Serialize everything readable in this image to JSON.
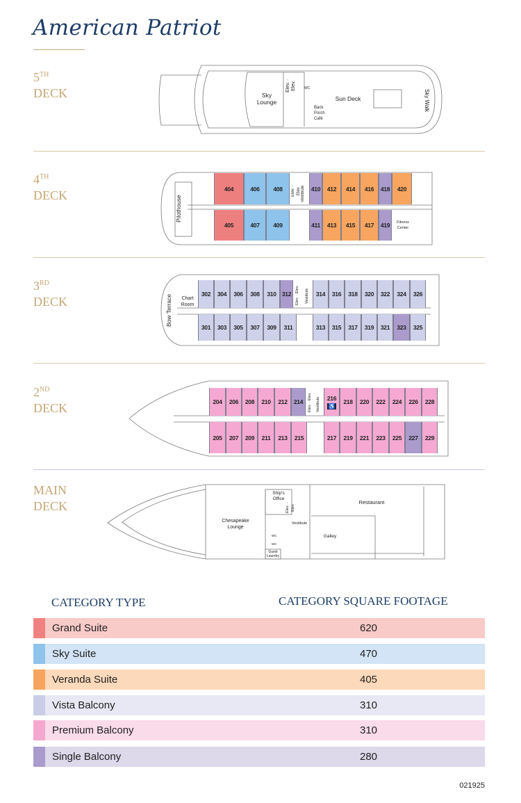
{
  "title": "American Patriot",
  "decks": {
    "fifth": {
      "num": "5",
      "sup": "TH",
      "word": "DECK",
      "rooms": {
        "sky_lounge": "Sky Lounge",
        "elev": "Elev. · Elev.",
        "wc": "WC",
        "sun_deck": "Sun Deck",
        "back_porch": "Back Porch Café",
        "sky_walk": "Sky Walk"
      }
    },
    "fourth": {
      "num": "4",
      "sup": "TH",
      "word": "DECK",
      "rooms": {
        "pilothouse": "Pilothouse",
        "elev": "Elev. · Elev.",
        "vestibule": "Vestibule",
        "fitness": "Fitness Center"
      },
      "top": [
        {
          "no": "404",
          "cat": "grand"
        },
        {
          "no": "406",
          "cat": "sky"
        },
        {
          "no": "408",
          "cat": "sky"
        },
        {
          "no": "410",
          "cat": "single"
        },
        {
          "no": "412",
          "cat": "veranda"
        },
        {
          "no": "414",
          "cat": "veranda"
        },
        {
          "no": "416",
          "cat": "veranda"
        },
        {
          "no": "418",
          "cat": "single"
        },
        {
          "no": "420",
          "cat": "veranda"
        }
      ],
      "bottom": [
        {
          "no": "405",
          "cat": "grand"
        },
        {
          "no": "407",
          "cat": "sky"
        },
        {
          "no": "409",
          "cat": "sky"
        },
        {
          "no": "411",
          "cat": "single"
        },
        {
          "no": "413",
          "cat": "veranda"
        },
        {
          "no": "415",
          "cat": "veranda"
        },
        {
          "no": "417",
          "cat": "veranda"
        },
        {
          "no": "419",
          "cat": "single"
        }
      ]
    },
    "third": {
      "num": "3",
      "sup": "RD",
      "word": "DECK",
      "rooms": {
        "bow_terrace": "Bow Terrace",
        "chart_room": "Chart Room",
        "elev": "Elev. · Elev.",
        "vestibule": "Vestibule"
      },
      "top": [
        {
          "no": "302",
          "cat": "vista"
        },
        {
          "no": "304",
          "cat": "vista"
        },
        {
          "no": "306",
          "cat": "vista"
        },
        {
          "no": "308",
          "cat": "vista"
        },
        {
          "no": "310",
          "cat": "vista"
        },
        {
          "no": "312",
          "cat": "single"
        },
        {
          "no": "314",
          "cat": "vista"
        },
        {
          "no": "316",
          "cat": "vista"
        },
        {
          "no": "318",
          "cat": "vista"
        },
        {
          "no": "320",
          "cat": "vista"
        },
        {
          "no": "322",
          "cat": "vista"
        },
        {
          "no": "324",
          "cat": "vista"
        },
        {
          "no": "326",
          "cat": "vista"
        }
      ],
      "bottom": [
        {
          "no": "301",
          "cat": "vista"
        },
        {
          "no": "303",
          "cat": "vista"
        },
        {
          "no": "305",
          "cat": "vista"
        },
        {
          "no": "307",
          "cat": "vista"
        },
        {
          "no": "309",
          "cat": "vista"
        },
        {
          "no": "311",
          "cat": "vista"
        },
        {
          "no": "313",
          "cat": "vista"
        },
        {
          "no": "315",
          "cat": "vista"
        },
        {
          "no": "317",
          "cat": "vista"
        },
        {
          "no": "319",
          "cat": "vista"
        },
        {
          "no": "321",
          "cat": "vista"
        },
        {
          "no": "323",
          "cat": "single"
        },
        {
          "no": "325",
          "cat": "vista"
        }
      ]
    },
    "second": {
      "num": "2",
      "sup": "ND",
      "word": "DECK",
      "rooms": {
        "elev": "Elev. · Elev.",
        "vestibule": "Vestibule",
        "accessible": "♿"
      },
      "top": [
        {
          "no": "204",
          "cat": "premium"
        },
        {
          "no": "206",
          "cat": "premium"
        },
        {
          "no": "208",
          "cat": "premium"
        },
        {
          "no": "210",
          "cat": "premium"
        },
        {
          "no": "212",
          "cat": "premium"
        },
        {
          "no": "214",
          "cat": "single"
        },
        {
          "no": "216",
          "cat": "premium"
        },
        {
          "no": "218",
          "cat": "premium"
        },
        {
          "no": "220",
          "cat": "premium"
        },
        {
          "no": "222",
          "cat": "premium"
        },
        {
          "no": "224",
          "cat": "premium"
        },
        {
          "no": "226",
          "cat": "premium"
        },
        {
          "no": "228",
          "cat": "premium"
        }
      ],
      "bottom": [
        {
          "no": "205",
          "cat": "premium"
        },
        {
          "no": "207",
          "cat": "premium"
        },
        {
          "no": "209",
          "cat": "premium"
        },
        {
          "no": "211",
          "cat": "premium"
        },
        {
          "no": "213",
          "cat": "premium"
        },
        {
          "no": "215",
          "cat": "premium"
        },
        {
          "no": "217",
          "cat": "premium"
        },
        {
          "no": "219",
          "cat": "premium"
        },
        {
          "no": "221",
          "cat": "premium"
        },
        {
          "no": "223",
          "cat": "premium"
        },
        {
          "no": "225",
          "cat": "premium"
        },
        {
          "no": "227",
          "cat": "single"
        },
        {
          "no": "229",
          "cat": "premium"
        }
      ]
    },
    "main": {
      "num": "MAIN",
      "word": "DECK",
      "rooms": {
        "ships_office": "Ship's Office",
        "elev": "Elev. · Elev.",
        "restaurant": "Restaurant",
        "lounge": "Chesapeake Lounge",
        "vestibule": "Vestibule",
        "galley": "Galley",
        "wc1": "WC",
        "wc2": "WC",
        "laundry": "Guest Laundry"
      }
    }
  },
  "legend": {
    "header_type": "CATEGORY TYPE",
    "header_sqft": "CATEGORY SQUARE FOOTAGE",
    "rows": [
      {
        "name": "Grand Suite",
        "sqft": "620",
        "color": "#ef8281",
        "bg": "#f8cbc8"
      },
      {
        "name": "Sky Suite",
        "sqft": "470",
        "color": "#8ec3ec",
        "bg": "#d2e4f5"
      },
      {
        "name": "Veranda Suite",
        "sqft": "405",
        "color": "#f7a45e",
        "bg": "#fcd9ba"
      },
      {
        "name": "Vista Balcony",
        "sqft": "310",
        "color": "#c9cde6",
        "bg": "#e7e8f3"
      },
      {
        "name": "Premium Balcony",
        "sqft": "310",
        "color": "#f4a8cf",
        "bg": "#fadbea"
      },
      {
        "name": "Single Balcony",
        "sqft": "280",
        "color": "#a99bcb",
        "bg": "#ddd8ea"
      }
    ]
  },
  "cabin_colors": {
    "grand": "#ee7f7f",
    "sky": "#8ec3ec",
    "veranda": "#f7a55f",
    "vista": "#cdd1e9",
    "premium": "#f5a9d2",
    "single": "#aa9bcc"
  },
  "doc_code": "021925"
}
